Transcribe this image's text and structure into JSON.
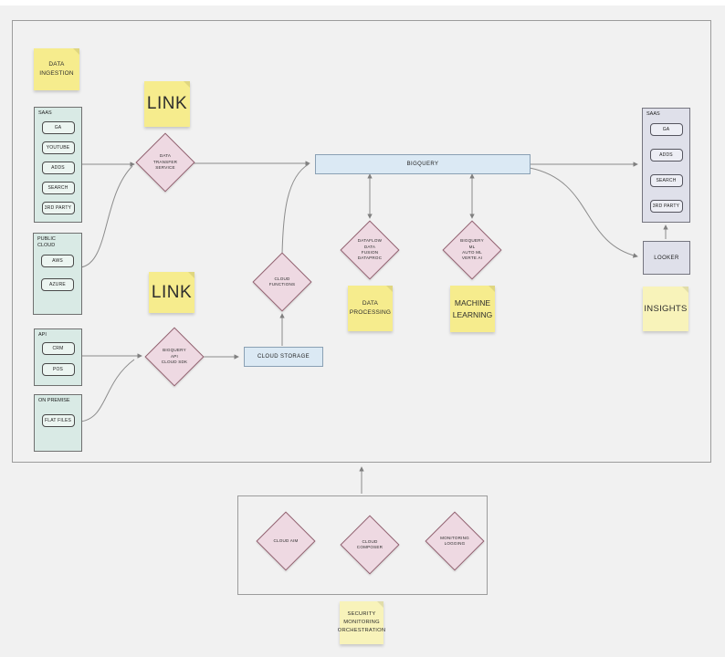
{
  "colors": {
    "canvas_bg": "#f1f1f1",
    "frame_border": "#9c9c9c",
    "sticky_yellow": "#f6ec8d",
    "sticky_pale": "#f8f3ba",
    "diamond_fill": "#eed9e2",
    "diamond_border": "#90616f",
    "source_fill": "#d9eae5",
    "source_border": "#707070",
    "chip_fill": "#ecf5f1",
    "process_fill": "#dbe9f4",
    "process_border": "#8aa0b4",
    "output_fill": "#dfe0ea",
    "output_border": "#75757f",
    "output_chip_fill": "#edeef5",
    "connector": "#858585",
    "text": "#2d2d2d"
  },
  "stickies": {
    "data_ingestion": {
      "lines": [
        "DATA",
        "INGESTION"
      ]
    },
    "link_top": {
      "label": "LINK"
    },
    "link_middle": {
      "label": "LINK"
    },
    "data_processing": {
      "lines": [
        "DATA",
        "PROCESSING"
      ]
    },
    "machine_learning": {
      "lines": [
        "MACHINE",
        "LEARNING"
      ]
    },
    "insights": {
      "label": "INSIGHTS"
    },
    "security": {
      "lines": [
        "SECURITY",
        "MONITORING",
        "ORCHESTRATION"
      ]
    }
  },
  "source_groups": {
    "saas_left": {
      "title": "SAAS",
      "items": [
        "GA",
        "YOUTUBE",
        "ADDS",
        "SEARCH",
        "3RD PARTY"
      ]
    },
    "public_cloud": {
      "title": "PUBLIC\nCLOUD",
      "items": [
        "AWS",
        "AZURE"
      ]
    },
    "api": {
      "title": "API",
      "items": [
        "CRM",
        "POS"
      ]
    },
    "on_premise": {
      "title": "ON PREMISE",
      "items": [
        "FLAT FILES"
      ]
    }
  },
  "process_nodes": {
    "bigquery": {
      "label": "BIGQUERY"
    },
    "cloud_storage": {
      "label": "CLOUD STORAGE"
    }
  },
  "diamonds": {
    "data_transfer_service": {
      "lines": [
        "DATA",
        "TRANSFER",
        "SERVICE"
      ]
    },
    "cloud_functions": {
      "lines": [
        "CLOUD",
        "FUNCTIONS"
      ]
    },
    "dataflow": {
      "lines": [
        "DATAFLOW",
        "DATA",
        "FUSION",
        "DATAPROC"
      ]
    },
    "bigquery_ml": {
      "lines": [
        "BIGQUERY",
        "ML",
        "AUTO ML",
        "VERTE AI"
      ]
    },
    "bigquery_api": {
      "lines": [
        "BIGQUERY",
        "API",
        "CLOUD SDK"
      ]
    },
    "cloud_aim": {
      "lines": [
        "CLOUD AIM"
      ]
    },
    "cloud_composer": {
      "lines": [
        "CLOUD",
        "COMPOSER"
      ]
    },
    "monitoring_logging": {
      "lines": [
        "MONITORING",
        "LOGGING"
      ]
    }
  },
  "outputs": {
    "saas_right": {
      "title": "SAAS",
      "items": [
        "GA",
        "ADDS",
        "SEARCH",
        "3RD PARTY"
      ]
    },
    "looker": {
      "label": "LOOKER"
    }
  }
}
